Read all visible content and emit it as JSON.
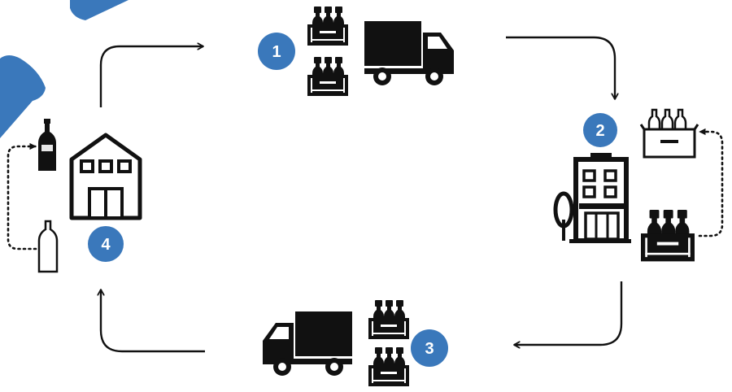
{
  "colors": {
    "badge": "#3a78bb",
    "ink": "#111111",
    "accent_shape": "#3a78bb",
    "background": "#ffffff"
  },
  "steps": [
    {
      "number": "1",
      "icons": [
        "truck-icon",
        "bottle-crate-icon",
        "bottle-crate-icon"
      ]
    },
    {
      "number": "2",
      "icons": [
        "office-building-icon",
        "tree-icon",
        "bottle-crate-icon",
        "bottle-crate-icon"
      ]
    },
    {
      "number": "3",
      "icons": [
        "truck-icon",
        "bottle-crate-icon",
        "bottle-crate-icon"
      ]
    },
    {
      "number": "4",
      "icons": [
        "warehouse-icon",
        "full-bottle-icon",
        "empty-bottle-icon"
      ]
    }
  ],
  "cycle_arrows": [
    "arrow-to-step-1",
    "arrow-to-step-2",
    "arrow-to-step-3",
    "arrow-to-step-4"
  ],
  "exchange_arrows": [
    "bottle-refill-loop",
    "crate-exchange-loop"
  ]
}
